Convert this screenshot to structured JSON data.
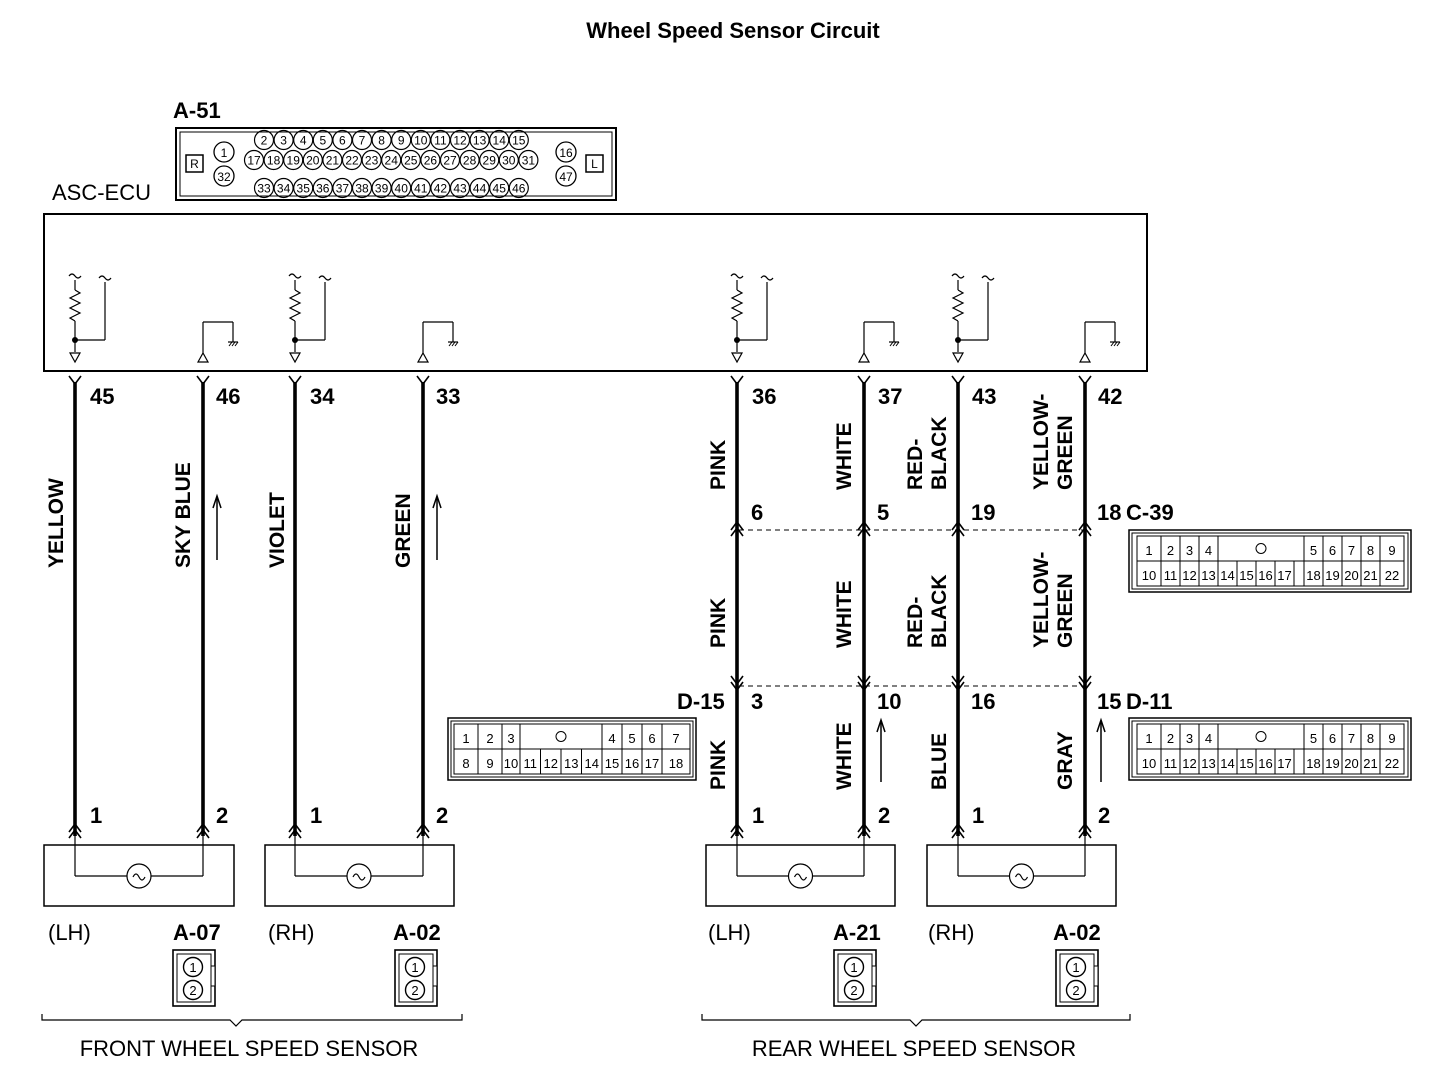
{
  "title": "Wheel Speed Sensor Circuit",
  "ecu": {
    "name": "ASC-ECU",
    "connector_id": "A-51",
    "connector": {
      "left_tag": "R",
      "right_tag": "L",
      "row1": [
        "2",
        "3",
        "4",
        "5",
        "6",
        "7",
        "8",
        "9",
        "10",
        "11",
        "12",
        "13",
        "14",
        "15"
      ],
      "row2": [
        "17",
        "18",
        "19",
        "20",
        "21",
        "22",
        "23",
        "24",
        "25",
        "26",
        "27",
        "28",
        "29",
        "30",
        "31"
      ],
      "row3": [
        "33",
        "34",
        "35",
        "36",
        "37",
        "38",
        "39",
        "40",
        "41",
        "42",
        "43",
        "44",
        "45",
        "46"
      ],
      "left_top": "1",
      "left_bottom": "32",
      "right_top": "16",
      "right_bottom": "47"
    }
  },
  "ecu_pins": [
    {
      "num": "45",
      "color": "YELLOW"
    },
    {
      "num": "46",
      "color": "SKY BLUE"
    },
    {
      "num": "34",
      "color": "VIOLET"
    },
    {
      "num": "33",
      "color": "GREEN"
    },
    {
      "num": "36",
      "color": "PINK"
    },
    {
      "num": "37",
      "color": "WHITE"
    },
    {
      "num": "43",
      "color": "RED-BLACK"
    },
    {
      "num": "42",
      "color": "YELLOW-GREEN"
    }
  ],
  "c39": {
    "id": "C-39",
    "pins": [
      "6",
      "5",
      "19",
      "18"
    ],
    "colors": [
      "PINK",
      "WHITE",
      "RED-BLACK",
      "YELLOW-GREEN"
    ],
    "top_cells": [
      "1",
      "2",
      "3",
      "4",
      "5",
      "6",
      "7",
      "8",
      "9"
    ],
    "bottom_cells": [
      "10",
      "11",
      "12",
      "13",
      "14",
      "15",
      "16",
      "17",
      "18",
      "19",
      "20",
      "21",
      "22"
    ]
  },
  "d15": {
    "id": "D-15",
    "pins": [
      "3",
      "10"
    ],
    "colors": [
      "PINK",
      "WHITE"
    ],
    "top_cells": [
      "1",
      "2",
      "3",
      "4",
      "5",
      "6",
      "7"
    ],
    "bottom_cells": [
      "8",
      "9",
      "10",
      "11",
      "12",
      "13",
      "14",
      "15",
      "16",
      "17",
      "18"
    ]
  },
  "d11": {
    "id": "D-11",
    "pins": [
      "16",
      "15"
    ],
    "colors": [
      "BLUE",
      "GRAY"
    ],
    "top_cells": [
      "1",
      "2",
      "3",
      "4",
      "5",
      "6",
      "7",
      "8",
      "9"
    ],
    "bottom_cells": [
      "10",
      "11",
      "12",
      "13",
      "14",
      "15",
      "16",
      "17",
      "18",
      "19",
      "20",
      "21",
      "22"
    ]
  },
  "sensors": [
    {
      "side": "(LH)",
      "connector": "A-07",
      "pin1": "1",
      "pin2": "2"
    },
    {
      "side": "(RH)",
      "connector": "A-02",
      "pin1": "1",
      "pin2": "2"
    },
    {
      "side": "(LH)",
      "connector": "A-21",
      "pin1": "1",
      "pin2": "2"
    },
    {
      "side": "(RH)",
      "connector": "A-02",
      "pin1": "1",
      "pin2": "2"
    }
  ],
  "sensor_connector_pins": [
    "1",
    "2"
  ],
  "groups": {
    "front": "FRONT WHEEL SPEED SENSOR",
    "rear": "REAR WHEEL SPEED SENSOR"
  }
}
